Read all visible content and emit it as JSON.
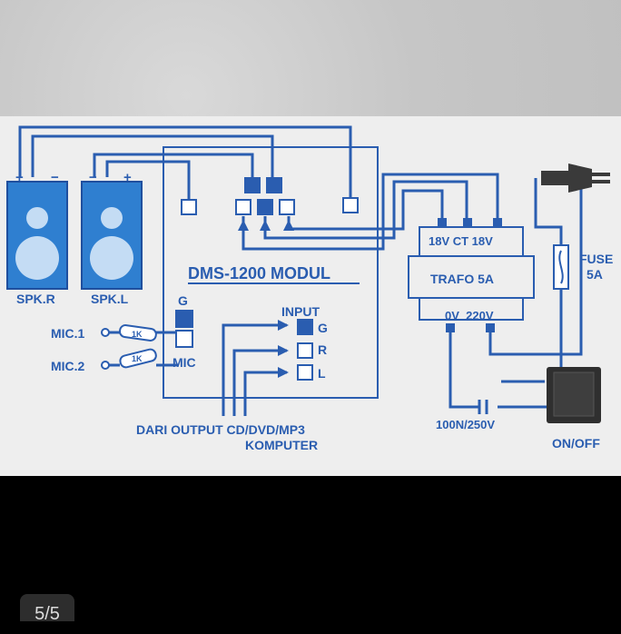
{
  "labels": {
    "spk_r": "SPK.R",
    "spk_l": "SPK.L",
    "plus_r": "+",
    "minus_r": "−",
    "minus_l": "−",
    "plus_l": "+",
    "module": "DMS-1200 MODUL",
    "g_top": "G",
    "input": "INPUT",
    "in_g": "G",
    "in_r": "R",
    "in_l": "L",
    "mic": "MIC",
    "mic1": "MIC.1",
    "mic2": "MIC.2",
    "res1": "1K",
    "res2": "1K",
    "trafo_top": "18V CT 18V",
    "trafo": "TRAFO 5A",
    "trafo_bottom": "0V  220V",
    "fuse": "FUSE",
    "fuse_val": "5A",
    "capacitor": "100N/250V",
    "switch": "ON/OFF",
    "dari": "DARI OUTPUT CD/DVD/MP3",
    "komputer": "KOMPUTER"
  },
  "viewer": {
    "page_counter": "5/5"
  },
  "colors": {
    "line": "#2a5db0",
    "speaker_fill": "#2f7fd0",
    "board": "#eeeeee"
  }
}
